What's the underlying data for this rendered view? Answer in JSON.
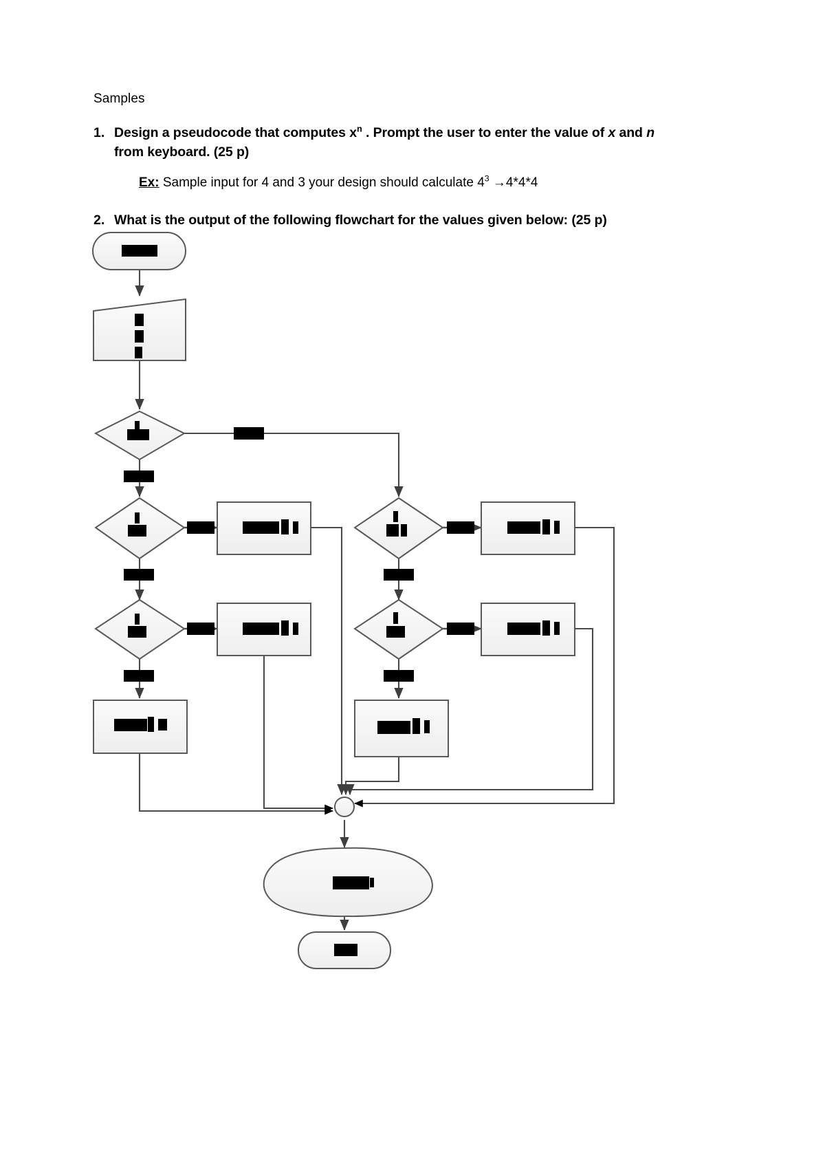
{
  "document": {
    "heading": "Samples",
    "questions": [
      {
        "number": "1.",
        "text_part1": "Design a pseudocode that computes x",
        "sup1": "n",
        "text_part2": " . Prompt the user to enter the value of ",
        "ital1": "x",
        "text_part3": " and ",
        "ital2": "n",
        "text_part4": " from keyboard. (25 p)",
        "example_label": "Ex:",
        "example_text_a": " Sample input for 4  and 3  your design should calculate 4",
        "example_sup": "3",
        "example_text_b": "   →4*4*4"
      },
      {
        "number": "2.",
        "text": "What is the output of the following flowchart for the values given below: (25 p)"
      }
    ]
  },
  "flowchart": {
    "title": "Flowchart with redacted labels",
    "redacted": true,
    "fill_color": "#f2f2f2",
    "stroke_color": "#595959",
    "redaction_color": "#000000",
    "nodes": [
      {
        "id": "start",
        "type": "terminator",
        "label": "[redacted]"
      },
      {
        "id": "input",
        "type": "input-output",
        "label": "[redacted]"
      },
      {
        "id": "decision1",
        "type": "decision",
        "label": "[redacted]"
      },
      {
        "id": "decision2",
        "type": "decision",
        "label": "[redacted]"
      },
      {
        "id": "decision3",
        "type": "decision",
        "label": "[redacted]"
      },
      {
        "id": "decision4",
        "type": "decision",
        "label": "[redacted]"
      },
      {
        "id": "decision5",
        "type": "decision",
        "label": "[redacted]"
      },
      {
        "id": "process1",
        "type": "process",
        "label": "[redacted]"
      },
      {
        "id": "process2",
        "type": "process",
        "label": "[redacted]"
      },
      {
        "id": "process3",
        "type": "process",
        "label": "[redacted]"
      },
      {
        "id": "process4",
        "type": "process",
        "label": "[redacted]"
      },
      {
        "id": "process5",
        "type": "process",
        "label": "[redacted]"
      },
      {
        "id": "process6",
        "type": "process",
        "label": "[redacted]"
      },
      {
        "id": "merge",
        "type": "connector",
        "label": ""
      },
      {
        "id": "output",
        "type": "cloud-output",
        "label": "[redacted]"
      },
      {
        "id": "end",
        "type": "terminator",
        "label": "[redacted]"
      }
    ],
    "edge_labels": [
      {
        "id": "e-d1-right",
        "label": "[redacted]"
      },
      {
        "id": "e-d1-down",
        "label": "[redacted]"
      },
      {
        "id": "e-d2-right",
        "label": "[redacted]"
      },
      {
        "id": "e-d2-down",
        "label": "[redacted]"
      },
      {
        "id": "e-d3-right",
        "label": "[redacted]"
      },
      {
        "id": "e-d3-down",
        "label": "[redacted]"
      },
      {
        "id": "e-d4-right",
        "label": "[redacted]"
      },
      {
        "id": "e-d4-down",
        "label": "[redacted]"
      },
      {
        "id": "e-d5-right",
        "label": "[redacted]"
      },
      {
        "id": "e-d5-down",
        "label": "[redacted]"
      }
    ]
  }
}
